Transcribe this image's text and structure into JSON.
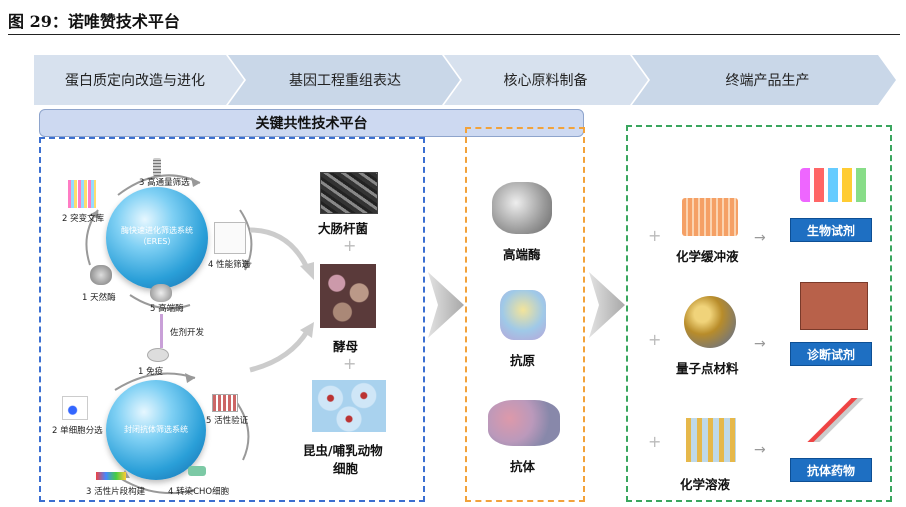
{
  "figure_title": "图 29：诺唯赞技术平台",
  "colors": {
    "chevron_fill": "#d7e1ee",
    "chevron_dark": "#c3d2e5",
    "platform_bar": "#cdd9f1",
    "blue_border": "#3b6fd1",
    "orange_border": "#f2a23a",
    "green_border": "#3aa65e",
    "tag_blue": "#1e6fc2"
  },
  "process": [
    {
      "label": "蛋白质定向改造与进化"
    },
    {
      "label": "基因工程重组表达"
    },
    {
      "label": "核心原料制备"
    },
    {
      "label": "终端产品生产"
    }
  ],
  "platform_label": "关键共性技术平台",
  "eres": {
    "sphere_label_line1": "酶快速进化筛选系统",
    "sphere_label_line2": "（ERES）",
    "steps": [
      "1 天然酶",
      "2 突变文库",
      "3 高通量筛选",
      "4 性能筛选",
      "5 高端酶"
    ],
    "connector": "佐剂开发"
  },
  "antibody": {
    "sphere_label": "封闭抗体筛选系统",
    "steps": [
      "1 免疫",
      "2 单细胞分选",
      "3 活性片段构建",
      "4 转染CHO细胞",
      "5 活性验证"
    ]
  },
  "hosts": [
    "大肠杆菌",
    "酵母",
    "昆虫/哺乳动物",
    "细胞"
  ],
  "plus_sign": "+",
  "raw_materials": [
    "高端酶",
    "抗原",
    "抗体"
  ],
  "materials": [
    "化学缓冲液",
    "量子点材料",
    "化学溶液"
  ],
  "products": [
    "生物试剂",
    "诊断试剂",
    "抗体药物"
  ],
  "icons": {
    "ecoli": "ecoli-micrograph-icon",
    "yeast": "yeast-micrograph-icon",
    "insect": "cell-culture-icon",
    "enzyme": "enzyme-structure-icon",
    "antigen": "antigen-structure-icon",
    "antibody": "antibody-structure-icon",
    "buffer": "buffer-plate-icon",
    "qdot": "quantum-dot-icon",
    "solution": "ampoule-icon",
    "tubes": "reagent-tubes-icon",
    "kit": "diagnostic-kit-icon",
    "syringe": "syringe-icon"
  }
}
